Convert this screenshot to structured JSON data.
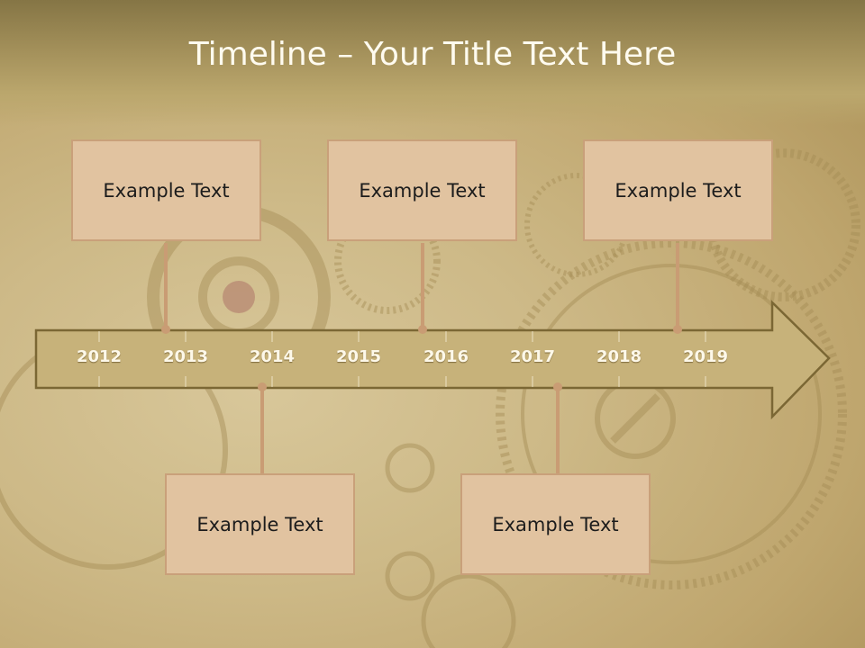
{
  "slide": {
    "title": "Timeline – Your Title Text Here",
    "years": [
      "2012",
      "2013",
      "2014",
      "2015",
      "2016",
      "2017",
      "2018",
      "2019"
    ],
    "events": [
      {
        "label": "Example Text"
      },
      {
        "label": "Example Text"
      },
      {
        "label": "Example Text"
      },
      {
        "label": "Example Text"
      },
      {
        "label": "Example Text"
      }
    ]
  },
  "colors": {
    "arrow_fill": "#c7b27a",
    "arrow_border": "#7b6734",
    "box_fill": "#e1c3a0",
    "box_border": "#c9a07a",
    "connector": "#c99c74"
  }
}
